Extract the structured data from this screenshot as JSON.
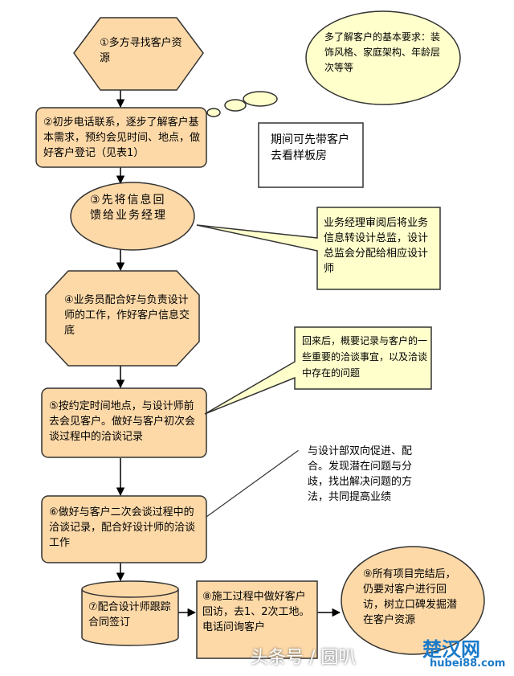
{
  "colors": {
    "node_fill": "#fdd9a8",
    "node_stroke": "#333333",
    "callout_fill": "#ffffcc",
    "callout_stroke": "#333333"
  },
  "steps": {
    "s1": "①多方寻找客户资源",
    "s2": "②初步电话联系，逐步了解客户基本需求，预约会见时间、地点，做好客户登记（见表1）",
    "s3": "③先将信息回馈给业务经理",
    "s4": "④业务员配合好与负责设计师的工作，作好客户信息交底",
    "s5": "⑤按约定时间地点，与设计师前去会见客户。做好与客户初次会谈过程中的洽谈记录",
    "s6": "⑥做好与客户二次会谈过程中的洽谈记录，配合好设计师的洽谈工作",
    "s7": "⑦配合设计师跟踪合同签订",
    "s8": "⑧施工过程中做好客户回访，去1、2次工地。电话问询客户",
    "s9": "⑨所有项目完结后，仍要对客户进行回访，树立口碑发掘潜在客户资源"
  },
  "notes": {
    "n1": "多了解客户的基本要求：装饰风格、家庭架构、年龄层次等等",
    "n2": "期间可先带客户去看样板房",
    "n3": "业务经理审阅后将业务信息转设计总监，设计总监会分配给相应设计师",
    "n4": "回来后，概要记录与客户的一些重要的洽谈事宜，以及洽谈中存在的问题",
    "n5": "与设计部双向促进、配合。发现潜在问题与分歧，找出解决问题的方法，共同提高业绩"
  },
  "watermark": {
    "text": "头条号 / 圆叭",
    "site_name": "楚汉网",
    "site_url": "hubei88.com"
  }
}
